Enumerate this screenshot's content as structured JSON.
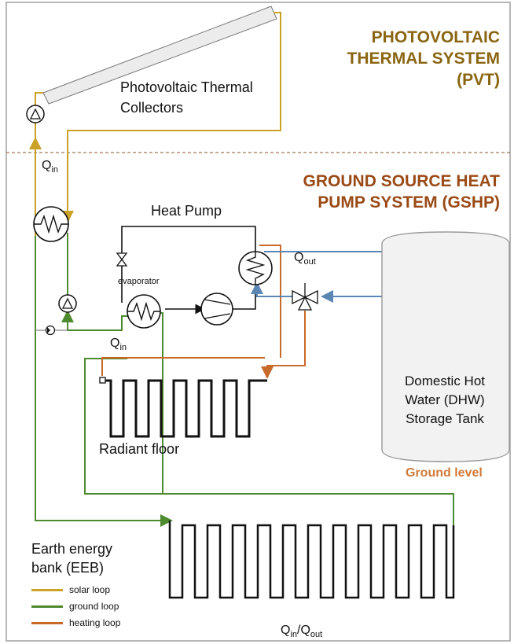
{
  "pvt": {
    "title_line1": "PHOTOVOLTAIC",
    "title_line2": "THERMAL SYSTEM",
    "title_line3": "(PVT)",
    "collectors_line1": "Photovoltaic Thermal",
    "collectors_line2": "Collectors"
  },
  "gshp": {
    "title_line1": "GROUND SOURCE HEAT",
    "title_line2": "PUMP SYSTEM (GSHP)",
    "heat_pump": "Heat Pump",
    "evaporator": "evaporator",
    "q_out": {
      "main": "Q",
      "sub": "out"
    },
    "q_in_hp": {
      "main": "Q",
      "sub": "in"
    },
    "q_in_pvt": {
      "main": "Q",
      "sub": "in"
    },
    "radiant_floor": "Radiant floor",
    "tank_line1": "Domestic Hot",
    "tank_line2": "Water (DHW)",
    "tank_line3": "Storage Tank",
    "ground_level": "Ground level"
  },
  "eeb": {
    "title_line1": "Earth energy",
    "title_line2": "bank (EEB)",
    "bottom_q": {
      "q1": "Q",
      "s1": "in",
      "slash": "/Q",
      "s2": "out"
    }
  },
  "legend": [
    {
      "label": "solar loop",
      "color": "#c9a227"
    },
    {
      "label": "ground loop",
      "color": "#4e8a2f"
    },
    {
      "label": "heating loop",
      "color": "#c86a2a"
    }
  ],
  "colors": {
    "solar": "#c9a227",
    "ground": "#4e8a2f",
    "heating": "#c86a2a",
    "dhw": "#5b86b3",
    "pvt_title": "#8a6612",
    "gshp_title": "#9a4a16",
    "ground_level": "#d07a3a"
  }
}
